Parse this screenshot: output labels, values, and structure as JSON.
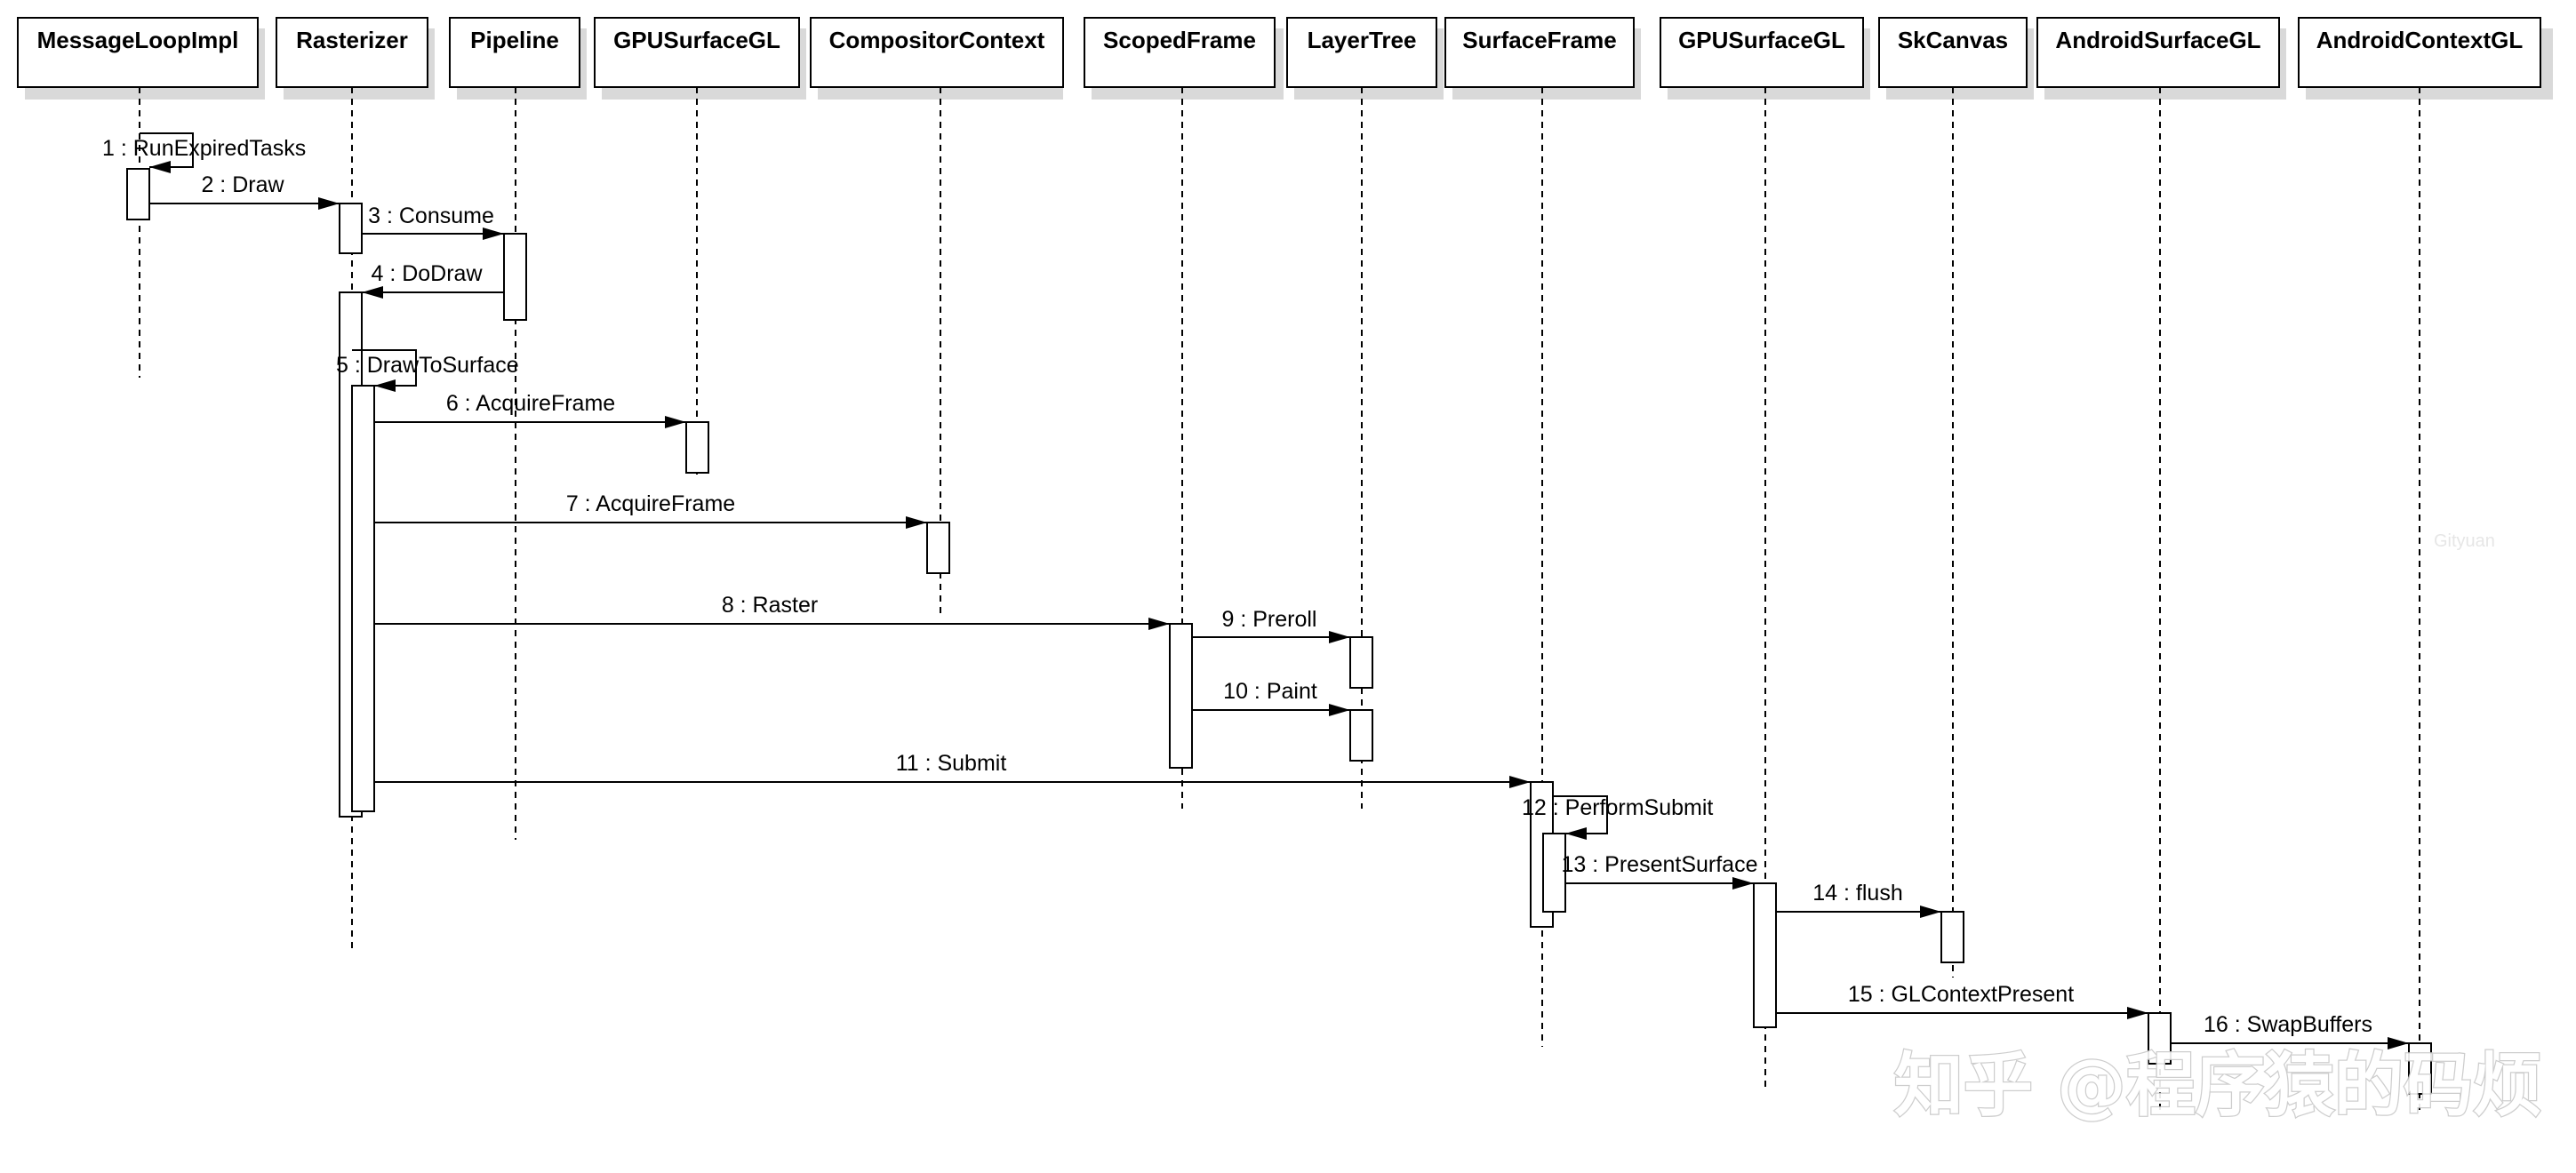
{
  "participants": [
    {
      "id": "p1",
      "label": "MessageLoopImpl"
    },
    {
      "id": "p2",
      "label": "Rasterizer"
    },
    {
      "id": "p3",
      "label": "Pipeline"
    },
    {
      "id": "p4",
      "label": "GPUSurfaceGL"
    },
    {
      "id": "p5",
      "label": "CompositorContext"
    },
    {
      "id": "p6",
      "label": "ScopedFrame"
    },
    {
      "id": "p7",
      "label": "LayerTree"
    },
    {
      "id": "p8",
      "label": "SurfaceFrame"
    },
    {
      "id": "p9",
      "label": "GPUSurfaceGL"
    },
    {
      "id": "p10",
      "label": "SkCanvas"
    },
    {
      "id": "p11",
      "label": "AndroidSurfaceGL"
    },
    {
      "id": "p12",
      "label": "AndroidContextGL"
    }
  ],
  "messages": [
    {
      "label": "1 : RunExpiredTasks"
    },
    {
      "label": "2 : Draw"
    },
    {
      "label": "3 : Consume"
    },
    {
      "label": "4 : DoDraw"
    },
    {
      "label": "5 : DrawToSurface"
    },
    {
      "label": "6 : AcquireFrame"
    },
    {
      "label": "7 : AcquireFrame"
    },
    {
      "label": "8 : Raster"
    },
    {
      "label": "9 : Preroll"
    },
    {
      "label": "10 : Paint"
    },
    {
      "label": "11 : Submit"
    },
    {
      "label": "12 : PerformSubmit"
    },
    {
      "label": "13 : PresentSurface"
    },
    {
      "label": "14 : flush"
    },
    {
      "label": "15 : GLContextPresent"
    },
    {
      "label": "16 : SwapBuffers"
    }
  ],
  "watermark": {
    "corner_credit": "Gityuan",
    "site_mark": "知乎 @程序猿的码烦"
  }
}
